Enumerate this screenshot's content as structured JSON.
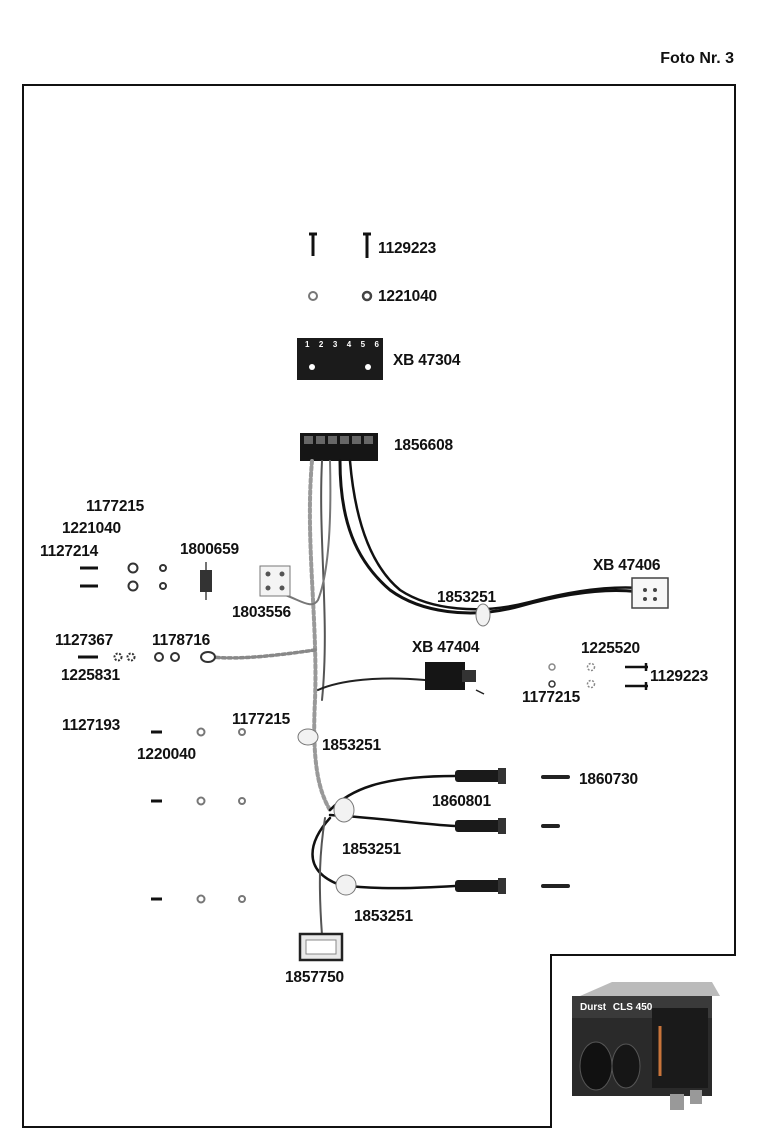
{
  "page_label": "Foto Nr. 3",
  "parts": {
    "p1129223_top": "1129223",
    "p1221040_top": "1221040",
    "xb47304": "XB 47304",
    "connector_digits": [
      "1",
      "2",
      "3",
      "4",
      "5",
      "6"
    ],
    "p1856608": "1856608",
    "p1177215_left": "1177215",
    "p1221040_left": "1221040",
    "p1127214": "1127214",
    "p1800659": "1800659",
    "p1803556": "1803556",
    "xb47406": "XB 47406",
    "p1853251_a": "1853251",
    "p1127367": "1127367",
    "p1178716": "1178716",
    "p1225831": "1225831",
    "xb47404": "XB 47404",
    "p1225520": "1225520",
    "p1129223_right": "1129223",
    "p1177215_right": "1177215",
    "p1127193": "1127193",
    "p1177215_mid": "1177215",
    "p1220040": "1220040",
    "p1853251_b": "1853251",
    "p1860730": "1860730",
    "p1860801": "1860801",
    "p1853251_c": "1853251",
    "p1853251_d": "1853251",
    "p1857750": "1857750"
  },
  "inset": {
    "brand": "Durst",
    "model": "CLS 450"
  }
}
